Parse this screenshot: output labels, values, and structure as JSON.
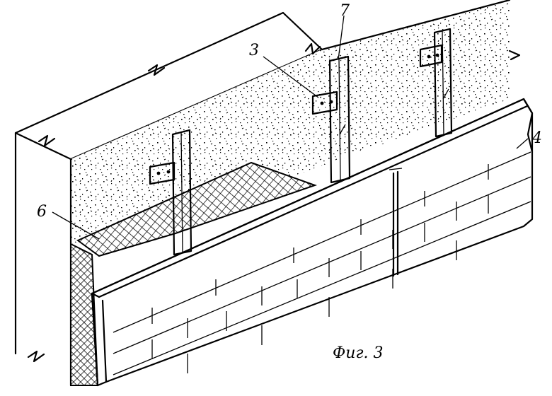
{
  "labels": {
    "bracket": "3",
    "rail": "7",
    "cladding": "4",
    "insulation": "6"
  },
  "caption": "Фиг. 3",
  "colors": {
    "ink": "#000000",
    "paper": "#ffffff"
  }
}
